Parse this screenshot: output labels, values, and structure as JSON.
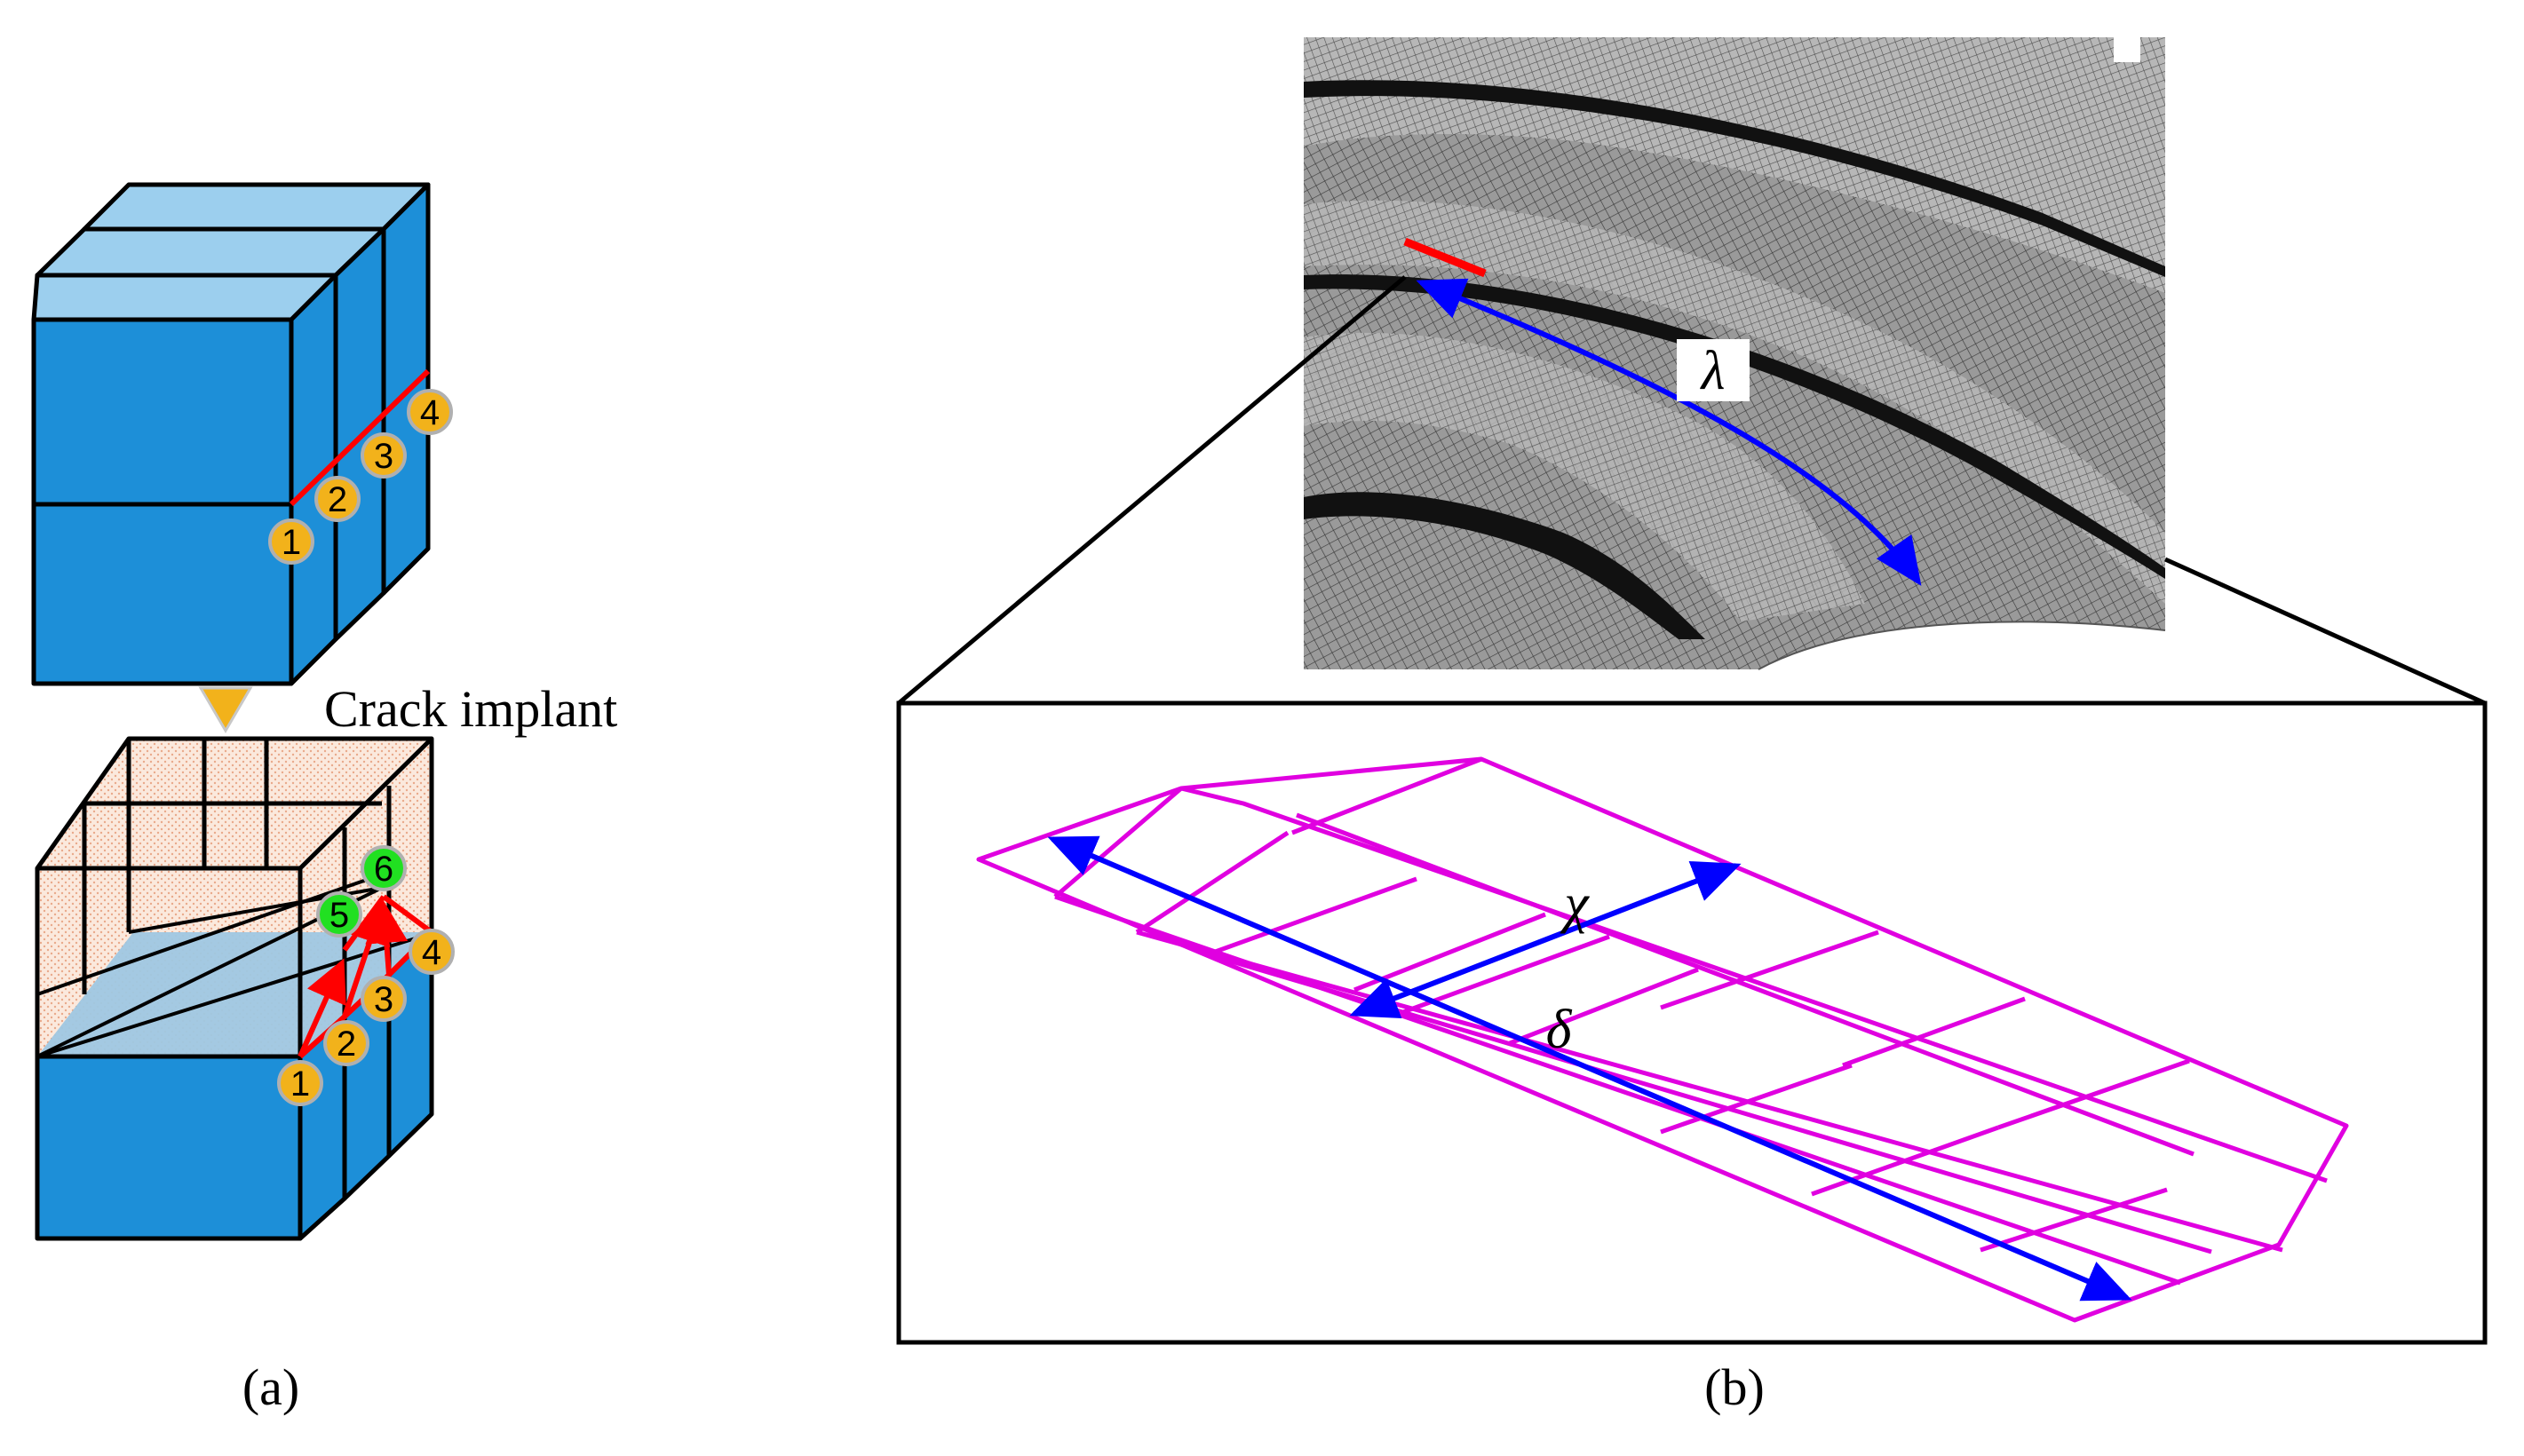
{
  "panel_a": {
    "caption": "(a)",
    "crack_label": "Crack implant",
    "top_cube_node_labels": [
      "1",
      "2",
      "3",
      "4"
    ],
    "bottom_cube_front_node_labels": [
      "1",
      "2",
      "3",
      "4"
    ],
    "bottom_cube_crack_node_labels": [
      "5",
      "6"
    ],
    "colors": {
      "cube_front": "#1d8fd8",
      "cube_top": "#9ccfee",
      "crack_front_line": "#ff0000",
      "node_orange": "#f2b21b",
      "node_green": "#21e021",
      "hatch": "#f7d9c6"
    }
  },
  "panel_b": {
    "caption": "(b)",
    "mesh_symbol": "λ",
    "element_symbols": {
      "width": "χ",
      "length": "δ"
    },
    "colors": {
      "arrow": "#0000ff",
      "element_edges": "#e000e0",
      "crack_front_mark": "#ff0000",
      "mesh_fill": "#8c8c8c"
    }
  }
}
